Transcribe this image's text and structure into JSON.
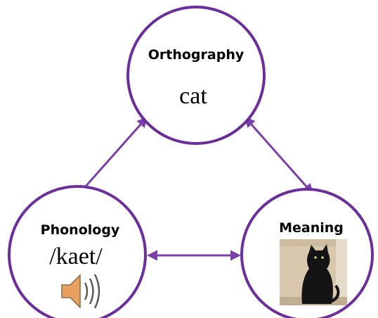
{
  "colors": {
    "circle_stroke": "#6b2f9c",
    "arrow": "#7a3fa8",
    "text": "#000000",
    "speaker_body": "#e8a060",
    "speaker_waves": "#5a5a5a",
    "photo_bg": "#d9c7ad",
    "cat": "#141414"
  },
  "nodes": {
    "orthography": {
      "title": "Orthography",
      "word": "cat"
    },
    "phonology": {
      "title": "Phonology",
      "word": "/kaet/",
      "icon": "speaker-icon"
    },
    "meaning": {
      "title": "Meaning",
      "image": "black-cat-photo"
    }
  },
  "edges": [
    {
      "from": "orthography",
      "to": "phonology",
      "style": "bidirectional"
    },
    {
      "from": "orthography",
      "to": "meaning",
      "style": "bidirectional"
    },
    {
      "from": "phonology",
      "to": "meaning",
      "style": "bidirectional"
    }
  ]
}
